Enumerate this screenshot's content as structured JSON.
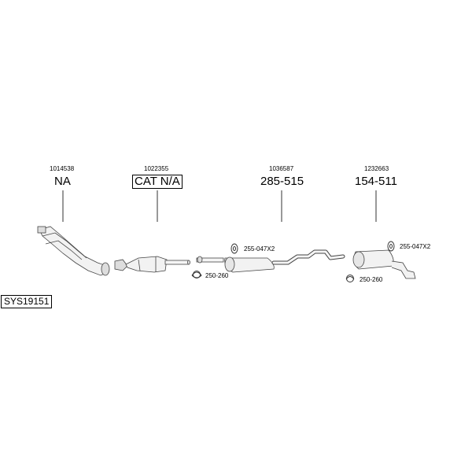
{
  "system_code": "SYS19151",
  "components": [
    {
      "ref": "1014538",
      "part": "NA"
    },
    {
      "ref": "1022355",
      "part": "CAT N/A"
    },
    {
      "ref": "1036587",
      "part": "285-515"
    },
    {
      "ref": "1232663",
      "part": "154-511"
    }
  ],
  "fittings": [
    {
      "label": "255-047X2"
    },
    {
      "label": "250-260"
    },
    {
      "label": "255-047X2"
    },
    {
      "label": "250-260"
    }
  ]
}
